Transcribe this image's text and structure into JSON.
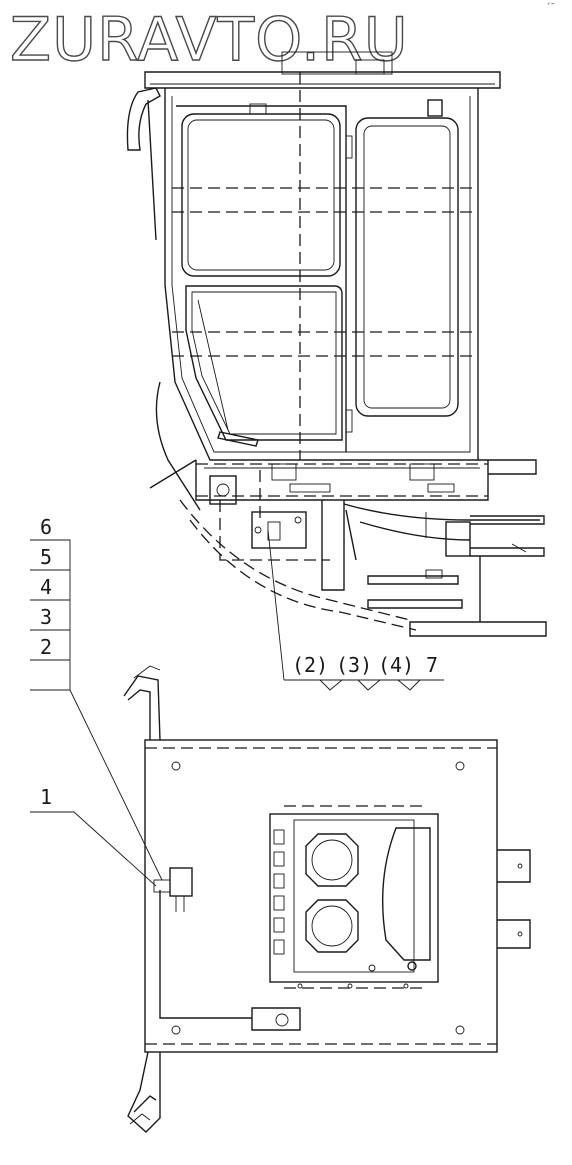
{
  "watermark": "ZURAVTO.RU",
  "corner_mark": "´¯",
  "callouts_left": [
    "6",
    "5",
    "4",
    "3",
    "2",
    "1"
  ],
  "callouts_bottom": [
    "(2)",
    "(3)",
    "(4)",
    "7"
  ]
}
